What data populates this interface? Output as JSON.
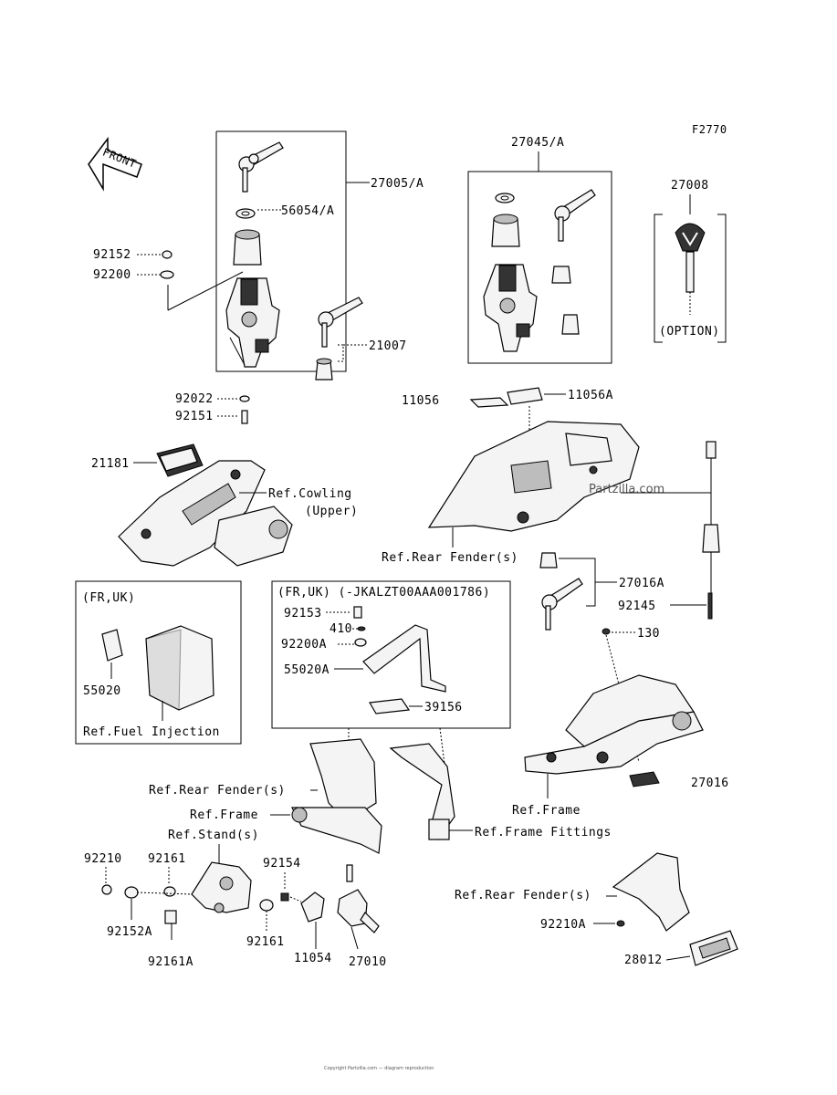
{
  "figure_code": "F2770",
  "front_label": "FRONT",
  "watermark": "Partzilla.com",
  "footer_text": "Copyright Partzilla.com — diagram reproduction",
  "labels": {
    "p27005A": "27005/A",
    "p56054A": "56054/A",
    "p92152": "92152",
    "p92200": "92200",
    "p21007": "21007",
    "p27045A": "27045/A",
    "p27008": "27008",
    "option": "(OPTION)",
    "p92022": "92022",
    "p92151": "92151",
    "p11056": "11056",
    "p11056A": "11056A",
    "p21181": "21181",
    "ref_cowling": "Ref.Cowling",
    "upper": "(Upper)",
    "ref_rear_fender_1": "Ref.Rear Fender(s)",
    "p27016A": "27016A",
    "p92145": "92145",
    "box1_title": "(FR,UK)",
    "p55020": "55020",
    "ref_fuel_injection": "Ref.Fuel Injection",
    "box2_title": "(FR,UK)  (-JKALZT00AAA001786)",
    "p92153": "92153",
    "p410": "410",
    "p92200A": "92200A",
    "p55020A": "55020A",
    "p39156": "39156",
    "p130": "130",
    "p27016": "27016",
    "ref_frame_1": "Ref.Frame",
    "ref_rear_fender_2": "Ref.Rear Fender(s)",
    "ref_frame_2": "Ref.Frame",
    "ref_stand": "Ref.Stand(s)",
    "ref_frame_fittings": "Ref.Frame Fittings",
    "p92210": "92210",
    "p92161_a": "92161",
    "p92154": "92154",
    "p92152A": "92152A",
    "p92161A": "92161A",
    "p92161_b": "92161",
    "p11054": "11054",
    "p27010": "27010",
    "ref_rear_fender_3": "Ref.Rear Fender(s)",
    "p92210A": "92210A",
    "p28012": "28012"
  }
}
